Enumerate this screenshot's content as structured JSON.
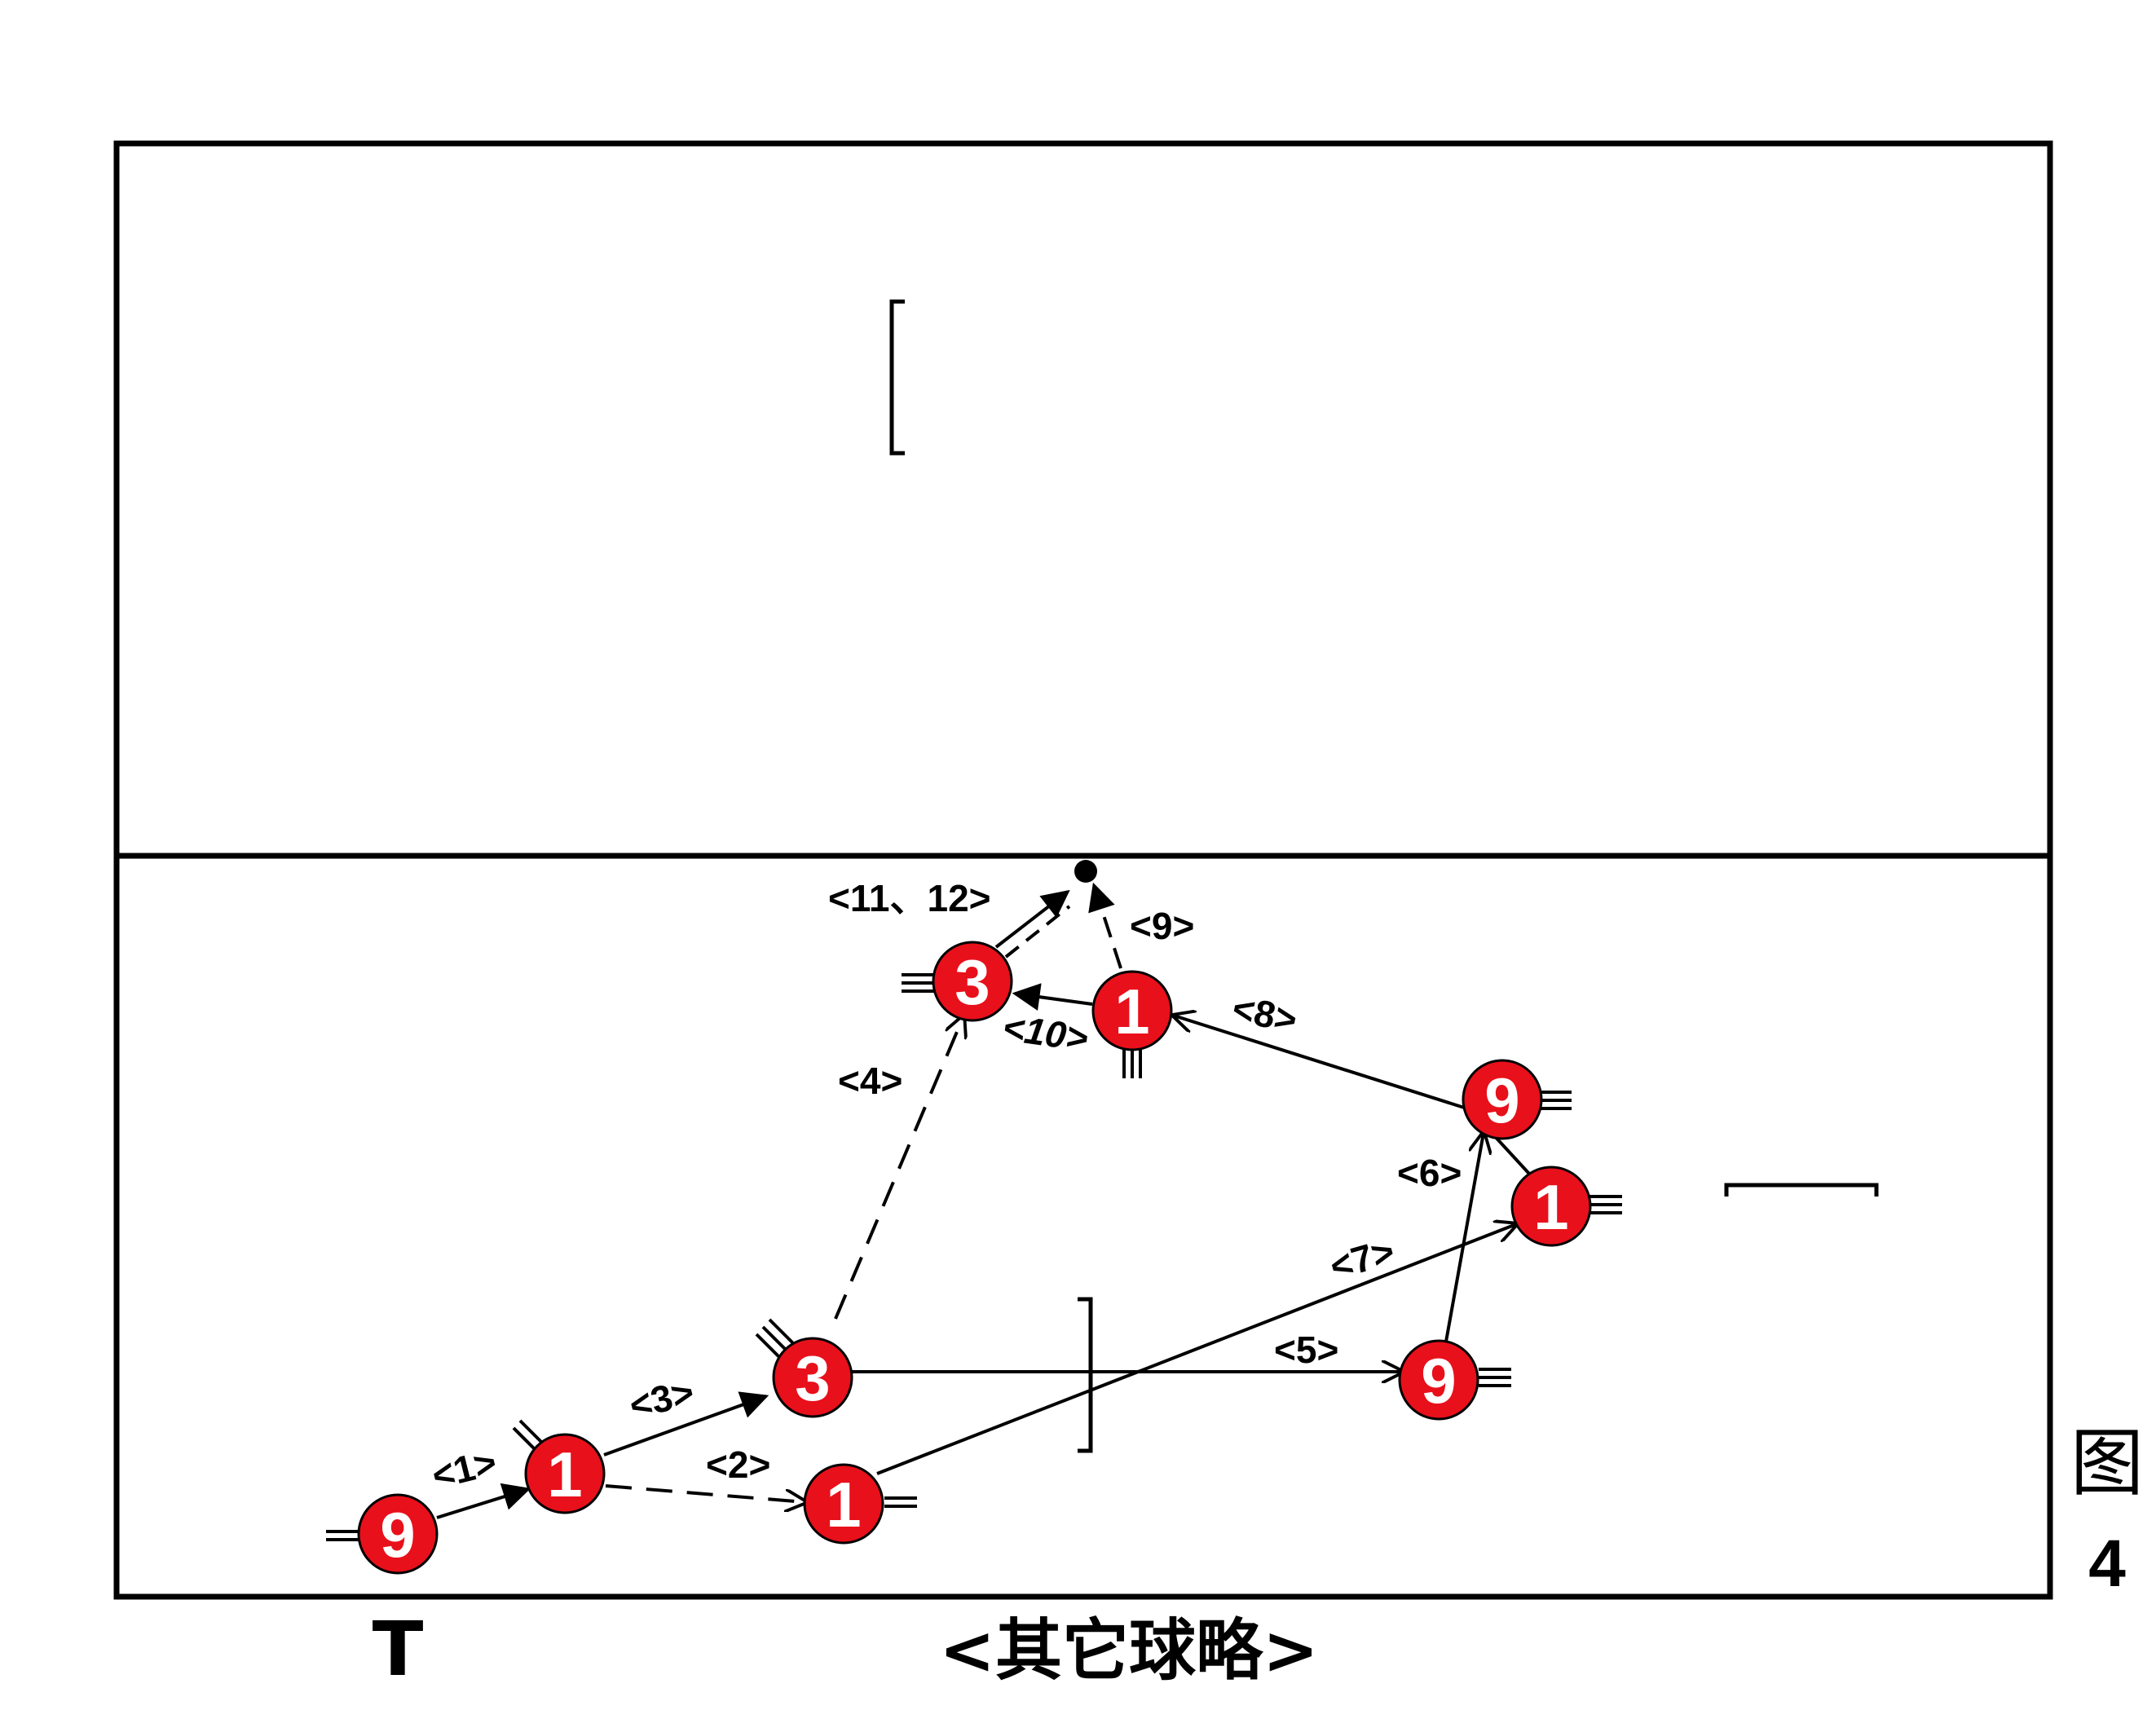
{
  "colors": {
    "player_fill": "#e8101b",
    "player_text": "#ffffff",
    "line": "#000000",
    "background": "#ffffff"
  },
  "players": [
    {
      "id": "p9a",
      "number": "9"
    },
    {
      "id": "p1a",
      "number": "1"
    },
    {
      "id": "p1b",
      "number": "1"
    },
    {
      "id": "p3a",
      "number": "3"
    },
    {
      "id": "p9b",
      "number": "9"
    },
    {
      "id": "p1c",
      "number": "1"
    },
    {
      "id": "p9c",
      "number": "9"
    },
    {
      "id": "p1d",
      "number": "1"
    },
    {
      "id": "p3b",
      "number": "3"
    }
  ],
  "steps": {
    "s1": "<1>",
    "s2": "<2>",
    "s3": "<3>",
    "s4": "<4>",
    "s5": "<5>",
    "s6": "<6>",
    "s7": "<7>",
    "s8": "<8>",
    "s9": "<9>",
    "s10": "<10>",
    "s11_12": "<11、12>"
  },
  "caption": "<其它球略>",
  "tee_mark": "T",
  "figure": {
    "label": "图",
    "number": "4"
  }
}
